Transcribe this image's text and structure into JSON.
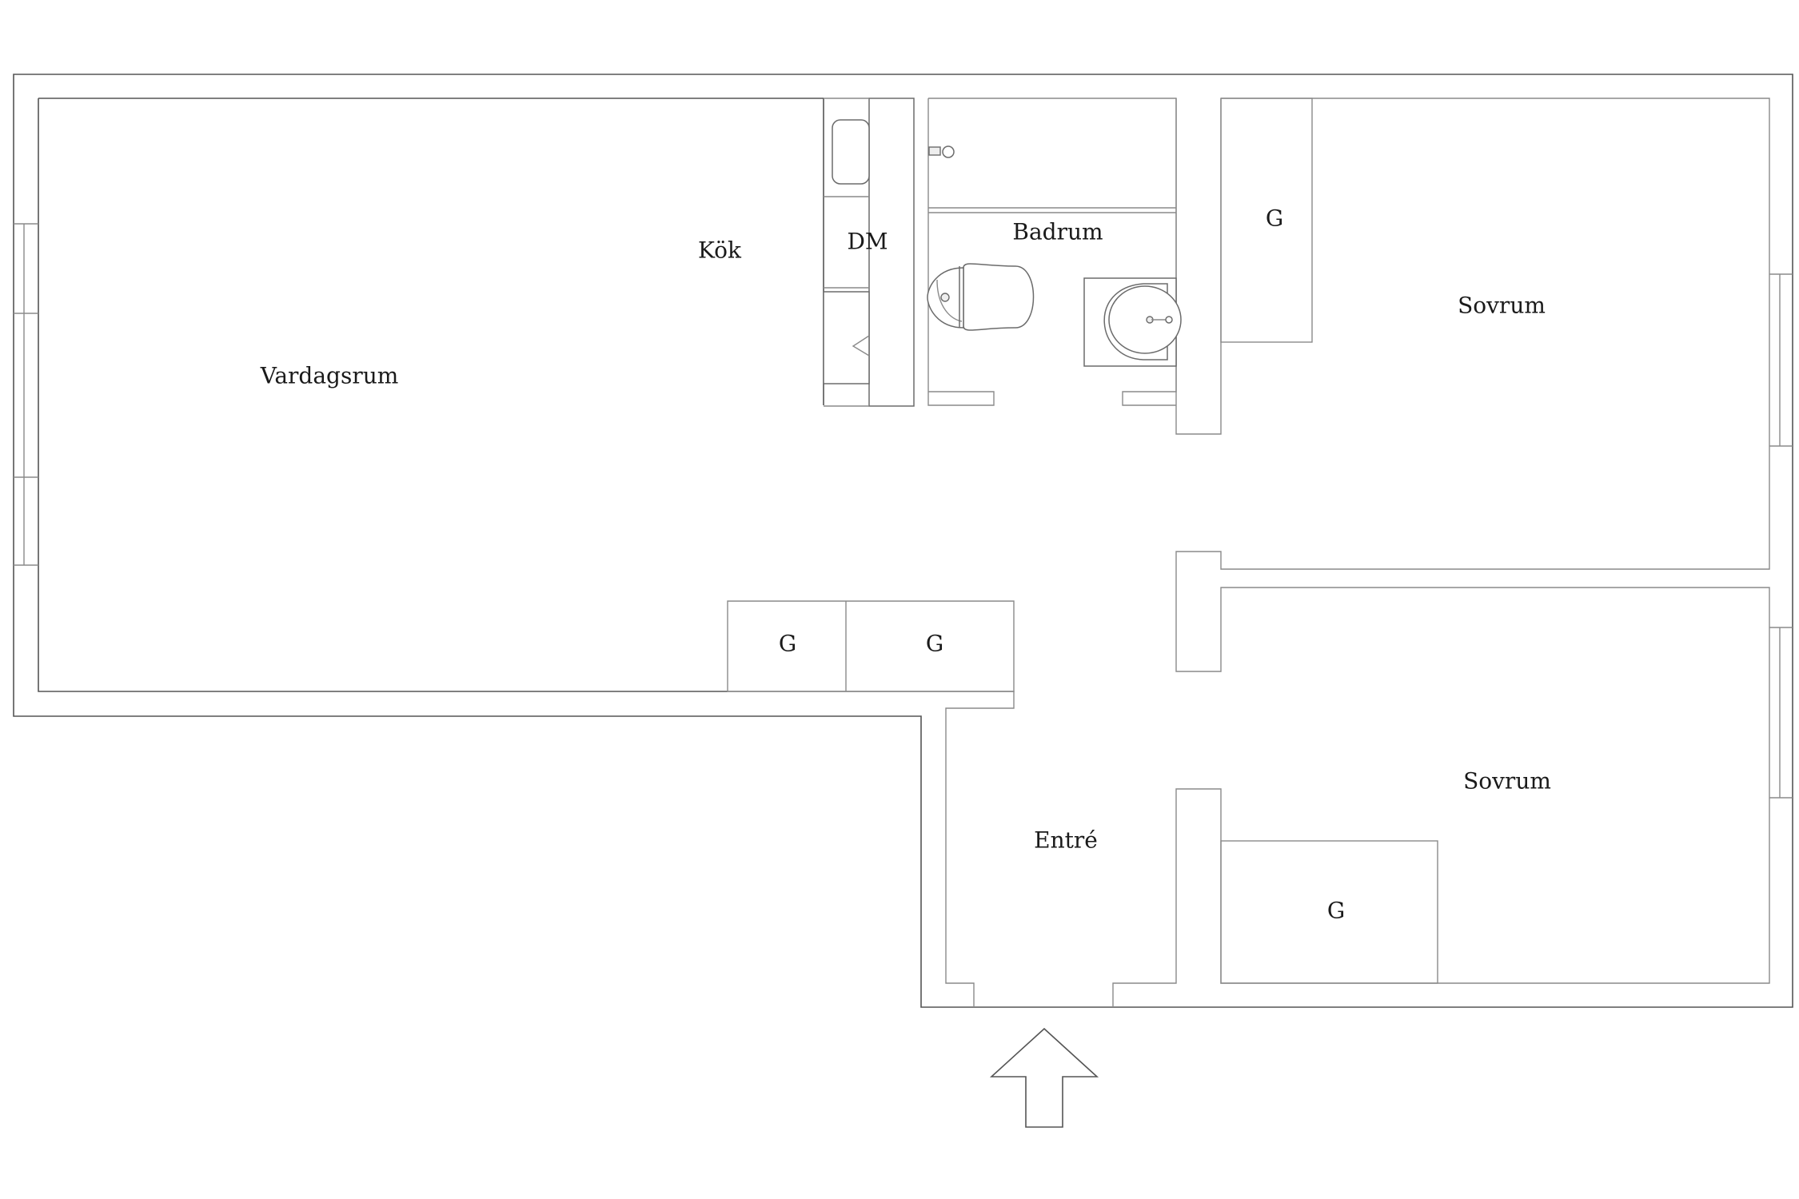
{
  "rooms": {
    "vardagsrum": "Vardagsrum",
    "kok": "Kök",
    "dm": "DM",
    "badrum": "Badrum",
    "sovrum_1": "Sovrum",
    "sovrum_2": "Sovrum",
    "entre": "Entré"
  },
  "closets": {
    "bedroom_1": "G",
    "living_1": "G",
    "living_2": "G",
    "bedroom_2": "G"
  },
  "entrance_marker": "entrance-arrow-icon"
}
